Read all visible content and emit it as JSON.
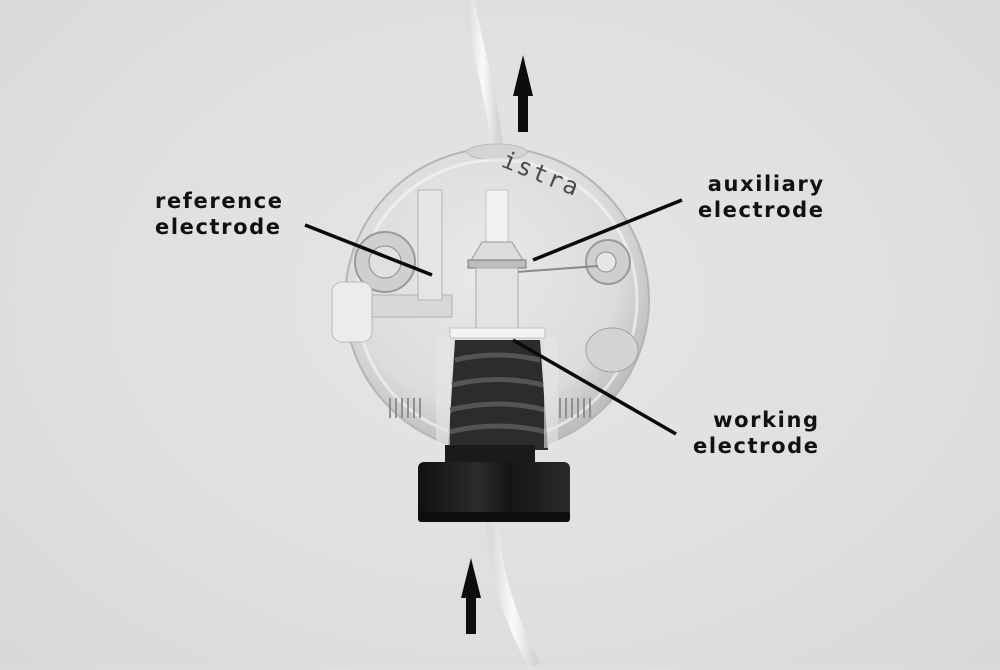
{
  "figure": {
    "subject": "flow-through electrochemical cell",
    "brand_text": "istra",
    "labels": {
      "reference": [
        "reference",
        "electrode"
      ],
      "auxiliary": [
        "auxiliary",
        "electrode"
      ],
      "working": [
        "working",
        "electrode"
      ]
    },
    "arrows": {
      "top": "flow-out-up",
      "bottom": "flow-in-up"
    },
    "colors": {
      "background": "#e2e2e2",
      "text": "#111111",
      "knob": "#1a1a1a",
      "tube": "#f4f4f4"
    }
  }
}
